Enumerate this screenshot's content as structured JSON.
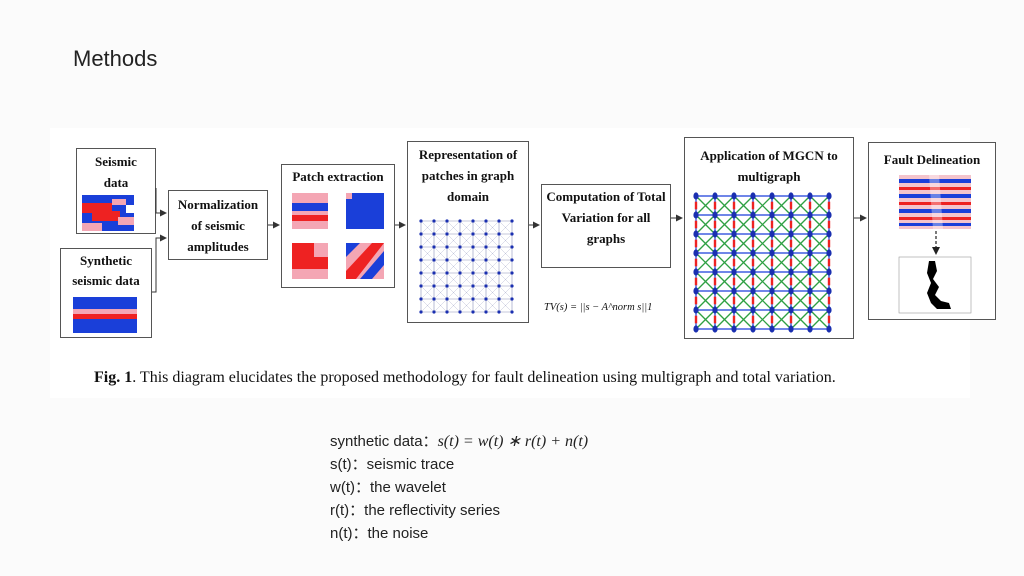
{
  "slide": {
    "title": "Methods"
  },
  "figure": {
    "boxes": {
      "seismic": "Seismic data",
      "synthetic": "Synthetic seismic data",
      "normalization": "Normalization of seismic amplitudes",
      "patch": "Patch extraction",
      "representation": "Representation of patches in graph domain",
      "computation": "Computation of Total Variation for all graphs",
      "tv_formula": "TV(s)  = ||s − A^norm s||1",
      "mgcn": "Application of MGCN to multigraph",
      "fault": "Fault Delineation"
    },
    "caption_label": "Fig. 1",
    "caption_text": ". This diagram elucidates the proposed methodology for fault delineation using multigraph and total variation.",
    "colors": {
      "red": "#ee2222",
      "blue": "#1a3fd9",
      "pink": "#f4a6b4",
      "green": "#2ea043",
      "node": "#1a2fb0"
    }
  },
  "notes": {
    "synthetic_label": "synthetic data：",
    "synthetic_formula": "s(t) = w(t) ∗ r(t) + n(t)",
    "s": "s(t)：seismic trace",
    "w": "w(t)：the wavelet",
    "r": "r(t)：the reflectivity series",
    "n": "n(t)：the noise"
  }
}
